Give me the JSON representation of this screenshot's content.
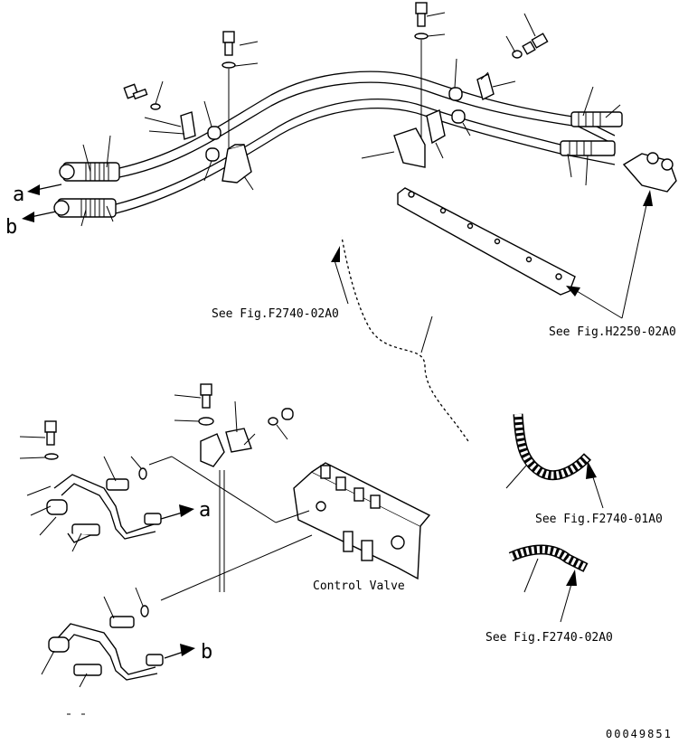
{
  "labels": {
    "ref_a_top": "a",
    "ref_b_top": "b",
    "ref_a_bottom": "a",
    "ref_b_bottom": "b",
    "see_f2740_02a0_upper": "See Fig.F2740-02A0",
    "see_h2250_02a0": "See Fig.H2250-02A0",
    "see_f2740_01a0": "See Fig.F2740-01A0",
    "see_f2740_02a0_lower": "See Fig.F2740-02A0",
    "control_valve": "Control Valve",
    "drawing_number": "00049851"
  },
  "colors": {
    "ink": "#000000",
    "paper": "#ffffff"
  }
}
